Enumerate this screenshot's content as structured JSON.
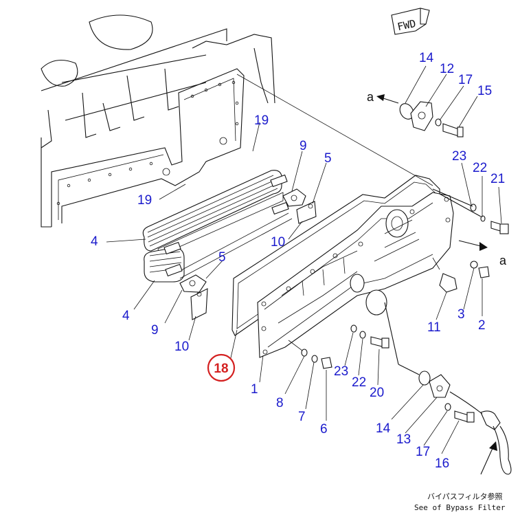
{
  "fwd_label": "FWD",
  "callouts": {
    "c1": "1",
    "c2": "2",
    "c3": "3",
    "c4a": "4",
    "c4b": "4",
    "c5a": "5",
    "c5b": "5",
    "c6": "6",
    "c7": "7",
    "c8": "8",
    "c9a": "9",
    "c9b": "9",
    "c10a": "10",
    "c10b": "10",
    "c11": "11",
    "c12": "12",
    "c13": "13",
    "c14a": "14",
    "c14b": "14",
    "c15": "15",
    "c16": "16",
    "c17a": "17",
    "c17b": "17",
    "c18": "18",
    "c19a": "19",
    "c19b": "19",
    "c20": "20",
    "c21": "21",
    "c22a": "22",
    "c22b": "22",
    "c23a": "23",
    "c23b": "23"
  },
  "arrow_labels": {
    "a_top": "a",
    "a_right": "a"
  },
  "note": {
    "japanese": "バイパスフィルタ参照",
    "english": "See of Bypass Filter"
  },
  "colors": {
    "callout": "#1a1acc",
    "highlight": "#d42020",
    "line": "#111111"
  }
}
